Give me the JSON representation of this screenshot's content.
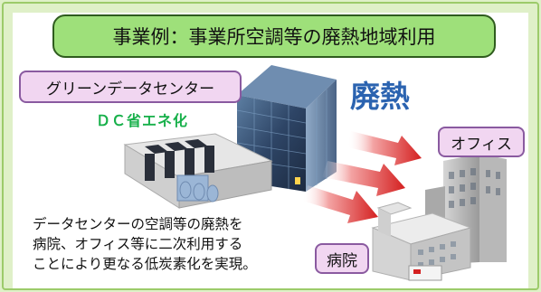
{
  "title": "事業例：事業所空調等の廃熱地域利用",
  "labels": {
    "data_center": "グリーンデータセンター",
    "dc_energy_saving": "ＤＣ省エネ化",
    "waste_heat": "廃熱",
    "office": "オフィス",
    "hospital": "病院"
  },
  "description": [
    "データセンターの空調等の廃熱を",
    "病院、オフィス等に二次利用する",
    "ことにより更なる低炭素化を実現。"
  ],
  "colors": {
    "title_bg": "#9ee07a",
    "label_bg": "#f1d6f1",
    "heat_text": "#2b63b0",
    "arrow_red": "#d42020",
    "green_text": "#17b04a"
  }
}
